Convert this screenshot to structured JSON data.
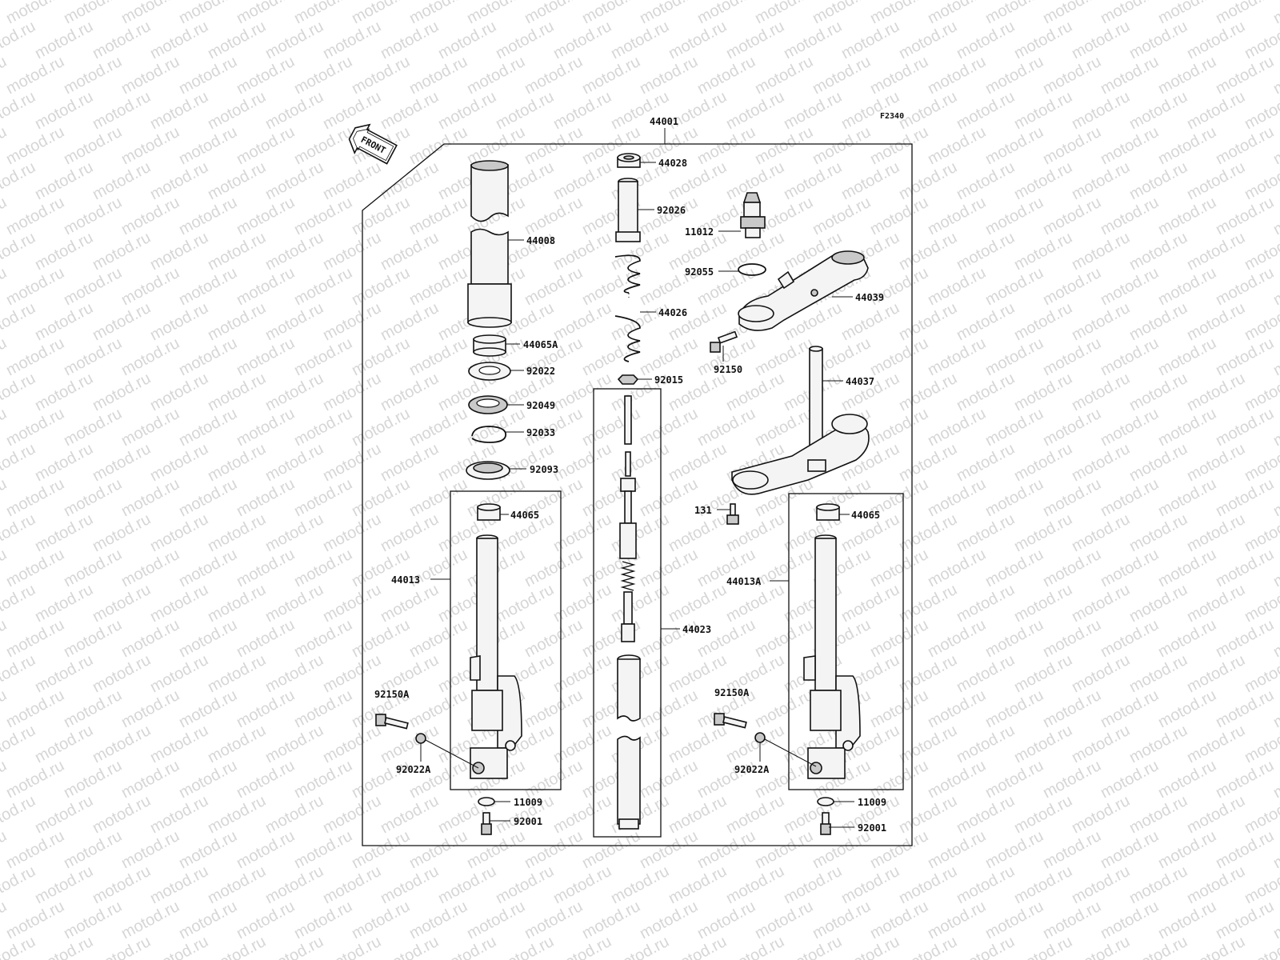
{
  "figure_code": "F2340",
  "watermark": "motod.ru",
  "front_arrow_label": "FRONT",
  "parts": {
    "p44001": "44001",
    "p44008": "44008",
    "p44065A": "44065A",
    "p92022": "92022",
    "p92049": "92049",
    "p92033": "92033",
    "p92093": "92093",
    "p44065_left": "44065",
    "p44013": "44013",
    "p92150A_left": "92150A",
    "p92022A_left": "92022A",
    "p11009_left": "11009",
    "p92001_left": "92001",
    "p44028": "44028",
    "p92026": "92026",
    "p44026": "44026",
    "p92015": "92015",
    "p44023": "44023",
    "p11012": "11012",
    "p92055": "92055",
    "p44039": "44039",
    "p92150": "92150",
    "p44037": "44037",
    "p131": "131",
    "p44065_right": "44065",
    "p44013A": "44013A",
    "p92150A_right": "92150A",
    "p92022A_right": "92022A",
    "p11009_right": "11009",
    "p92001_right": "92001"
  }
}
